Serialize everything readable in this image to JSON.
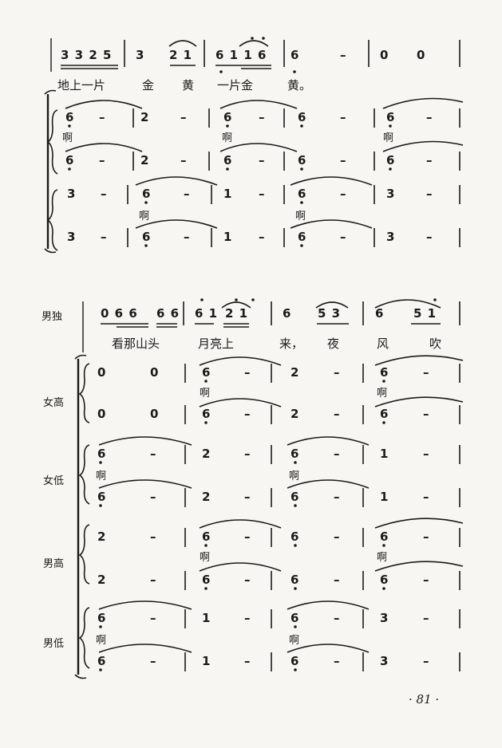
{
  "system1": {
    "solo_notes": [
      "3 3 2 5",
      "3",
      "2 1",
      "6 1 1 6",
      "6",
      "–",
      "0",
      "0"
    ],
    "solo_lyrics": [
      "地上一片",
      "金",
      "黄",
      "一片金",
      "黄。"
    ],
    "choir_a_upper": [
      "6",
      "–",
      "2",
      "–",
      "6",
      "–",
      "6",
      "–",
      "6",
      "–"
    ],
    "choir_a_lower": [
      "6",
      "–",
      "2",
      "–",
      "6",
      "–",
      "6",
      "–",
      "6",
      "–"
    ],
    "choir_a_ah": [
      "啊",
      "啊",
      "啊"
    ],
    "choir_b_upper": [
      "3",
      "–",
      "6",
      "–",
      "1",
      "–",
      "6",
      "–",
      "3",
      "–"
    ],
    "choir_b_lower": [
      "3",
      "–",
      "6",
      "–",
      "1",
      "–",
      "6",
      "–",
      "3",
      "–"
    ],
    "choir_b_ah": [
      "啊",
      "啊"
    ]
  },
  "system2": {
    "part_labels": {
      "solo": "男独",
      "soprano": "女高",
      "alto": "女低",
      "tenor": "男高",
      "bass": "男低"
    },
    "solo_notes": [
      "0 6 6",
      "6 6",
      "6 1",
      "2 1",
      "6",
      "5 3",
      "6",
      "5 1"
    ],
    "solo_lyrics": [
      "看那山头",
      "月亮上",
      "来，",
      "夜",
      "风",
      "吹"
    ],
    "soprano_upper": [
      "0",
      "0",
      "6",
      "–",
      "2",
      "–",
      "6",
      "–"
    ],
    "soprano_lower": [
      "0",
      "0",
      "6",
      "–",
      "2",
      "–",
      "6",
      "–"
    ],
    "soprano_ah": [
      "啊",
      "啊"
    ],
    "alto_upper": [
      "6",
      "–",
      "2",
      "–",
      "6",
      "–",
      "1",
      "–"
    ],
    "alto_lower": [
      "6",
      "–",
      "2",
      "–",
      "6",
      "–",
      "1",
      "–"
    ],
    "alto_ah": [
      "啊",
      "啊"
    ],
    "tenor_upper": [
      "2",
      "–",
      "6",
      "–",
      "6",
      "–",
      "6",
      "–"
    ],
    "tenor_lower": [
      "2",
      "–",
      "6",
      "–",
      "6",
      "–",
      "6",
      "–"
    ],
    "tenor_ah": [
      "啊",
      "啊"
    ],
    "bass_upper": [
      "6",
      "–",
      "1",
      "–",
      "6",
      "–",
      "3",
      "–"
    ],
    "bass_lower": [
      "6",
      "–",
      "1",
      "–",
      "6",
      "–",
      "3",
      "–"
    ],
    "bass_ah": [
      "啊",
      "啊"
    ]
  },
  "page_number": "· 81 ·"
}
